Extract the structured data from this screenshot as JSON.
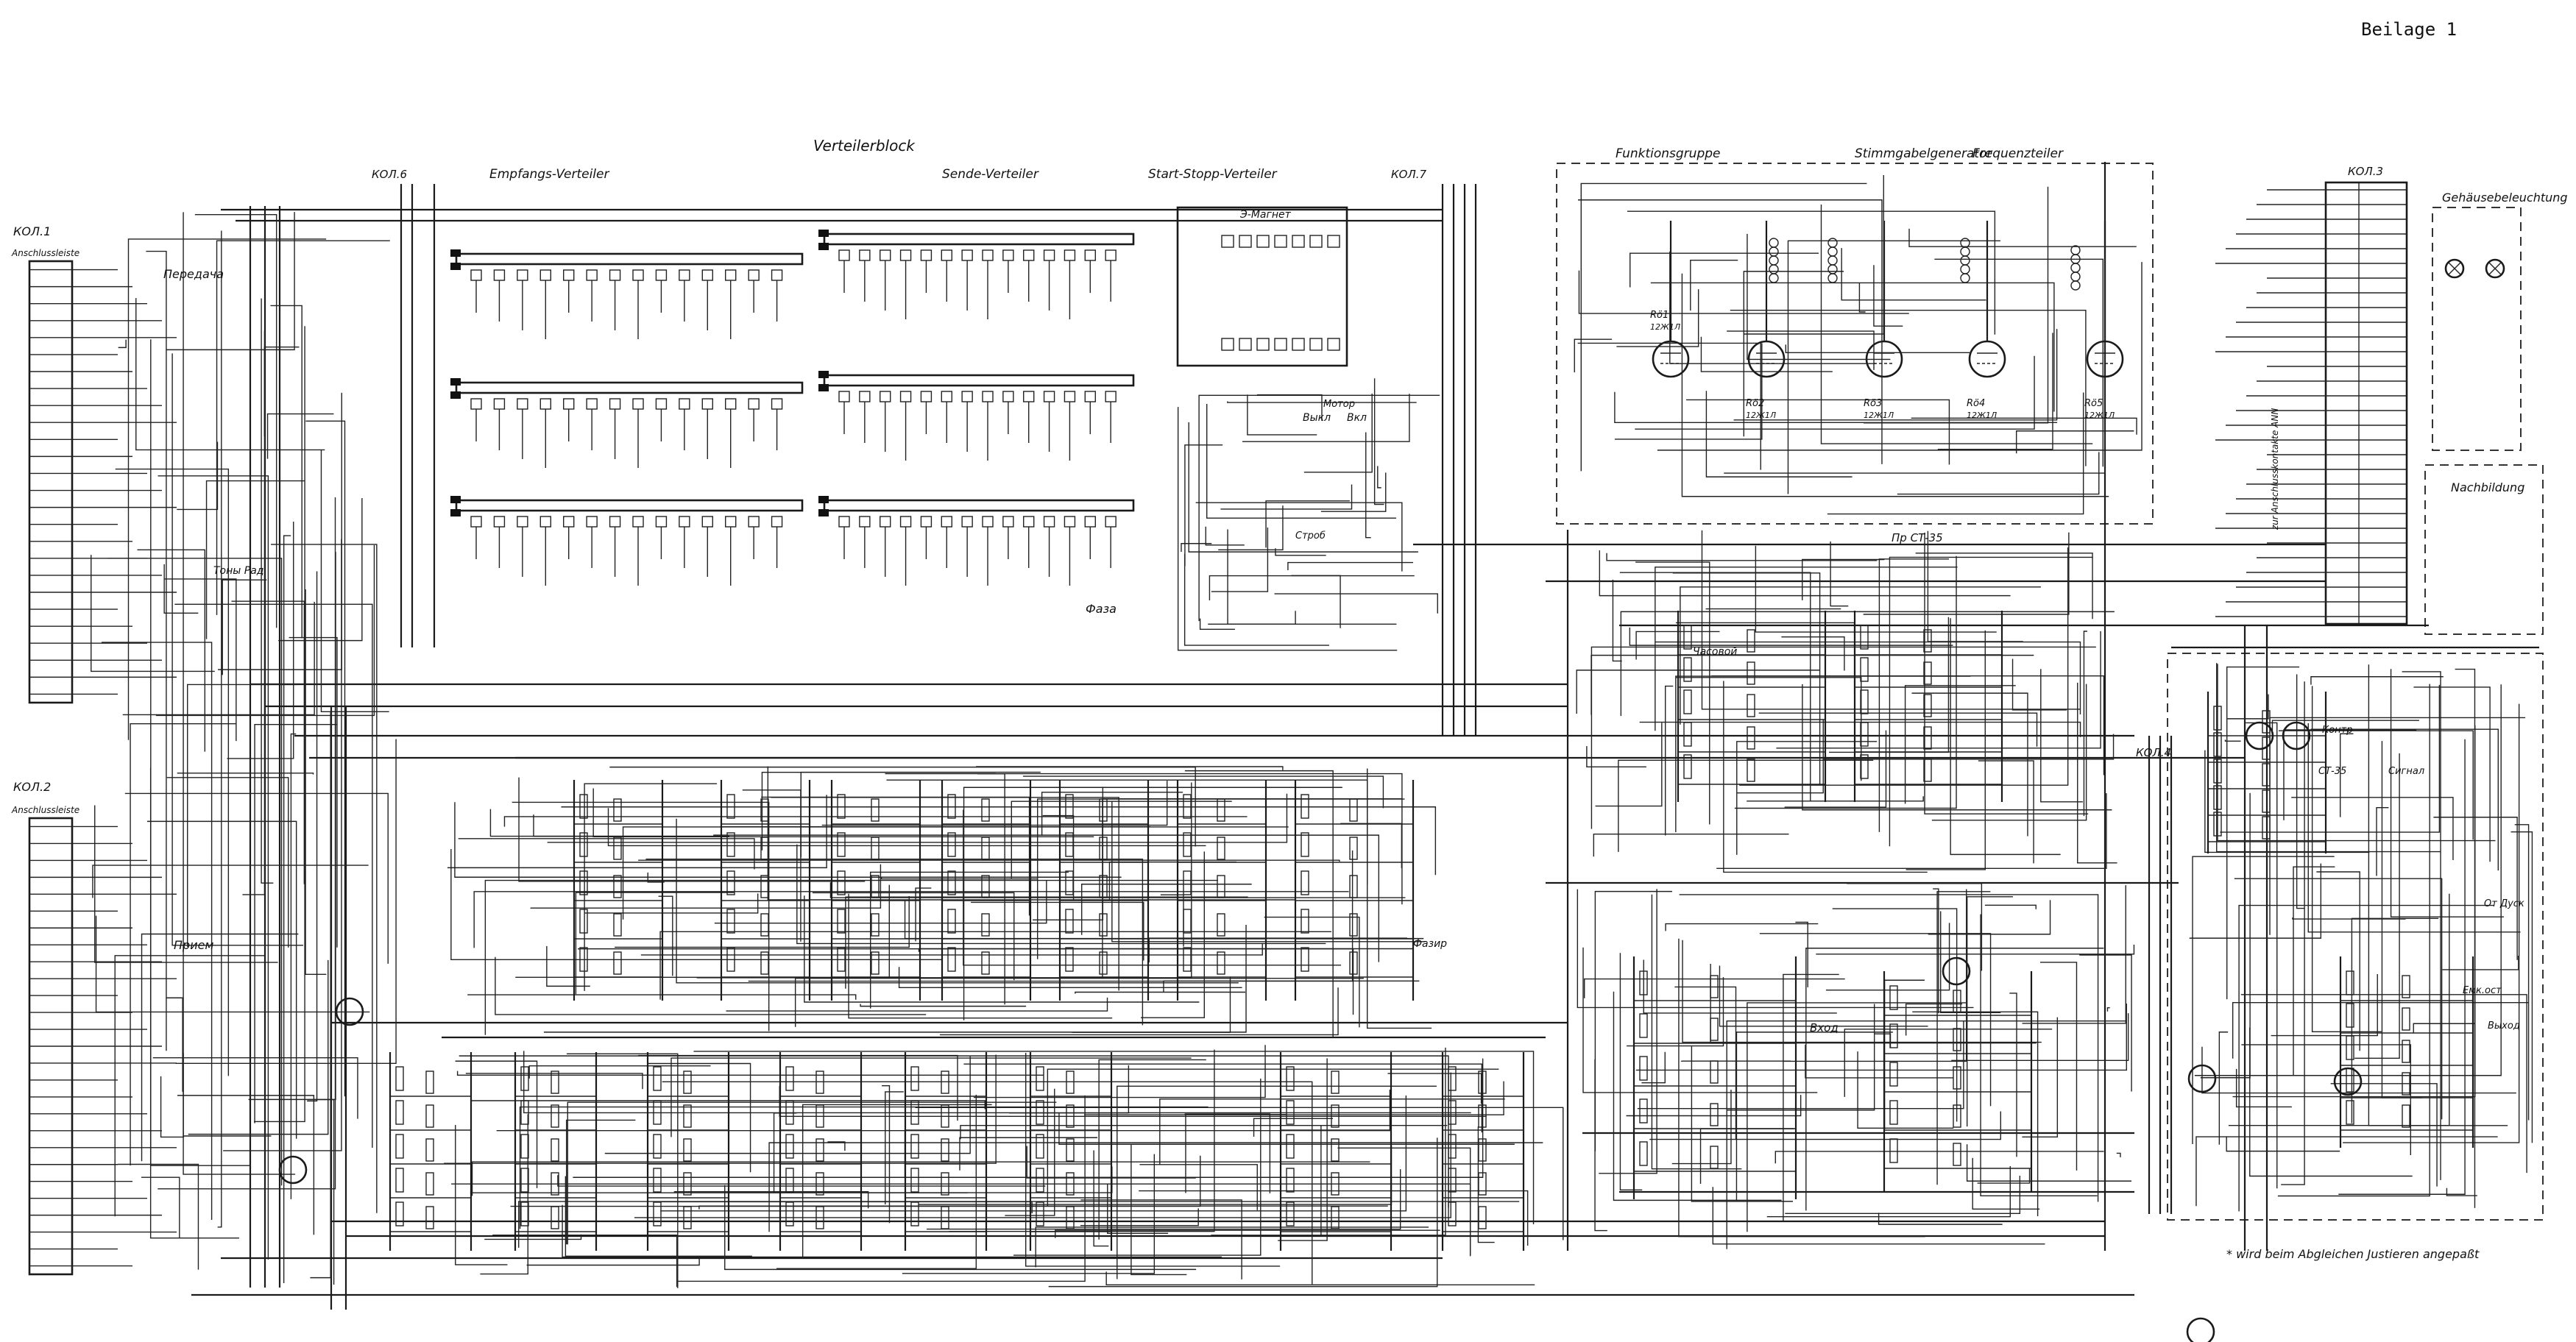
{
  "page": {
    "corner_label": "Beilage 1",
    "footnote": "* wird beim Abgleichen Justieren angepaßt"
  },
  "blocks": {
    "verteilerblock": "Verteilerblock",
    "empfangs_verteiler": "Empfangs-Verteiler",
    "sende_verteiler": "Sende-Verteiler",
    "start_stopp_verteiler": "Start-Stopp-Verteiler",
    "funktionsgruppe": "Funktionsgruppe",
    "stimmgabelgenerator": "Stimmgabelgenerator",
    "frequenzteiler": "Frequenzteiler",
    "gehaeusebeleuchtung": "Gehäusebeleuchtung",
    "nachbildung": "Nachbildung",
    "anschluss_netz": "zur Anschlusskontakte ANN"
  },
  "connectors": {
    "k1": "КОЛ.1",
    "k2": "КОЛ.2",
    "k3": "КОЛ.3",
    "k4": "КОЛ.4",
    "k6": "КОЛ.6",
    "k7": "КОЛ.7",
    "anschlussleiste": "Anschlussleiste"
  },
  "labels": {
    "peredacha": "Передача",
    "priem": "Прием",
    "tonu_pad": "Тоны Рад",
    "faza": "Фаза",
    "magnet": "Э-Магнет",
    "vykl": "Выкл",
    "vkl": "Вкл",
    "motor": "Мотор",
    "strob": "Строб",
    "pr_st35": "Пр СТ-35",
    "vhod": "Вход",
    "chasovoi": "Часовой",
    "fazir": "Фазир",
    "kontr": "Контр",
    "signal": "Сигнал",
    "st35": "СТ-35",
    "vykhod": "Выход",
    "emk_ost": "Емк.ост",
    "ot_dusk": "От Дуск"
  },
  "tubes": [
    {
      "ref": "Rö1",
      "type": "12Ж1Л"
    },
    {
      "ref": "Rö2",
      "type": "12Ж1Л"
    },
    {
      "ref": "Rö3",
      "type": "12Ж1Л"
    },
    {
      "ref": "Rö4",
      "type": "12Ж1Л"
    },
    {
      "ref": "Rö5",
      "type": "12Ж1Л"
    }
  ],
  "colors": {
    "ink": "#111111",
    "paper": "#ffffff"
  }
}
